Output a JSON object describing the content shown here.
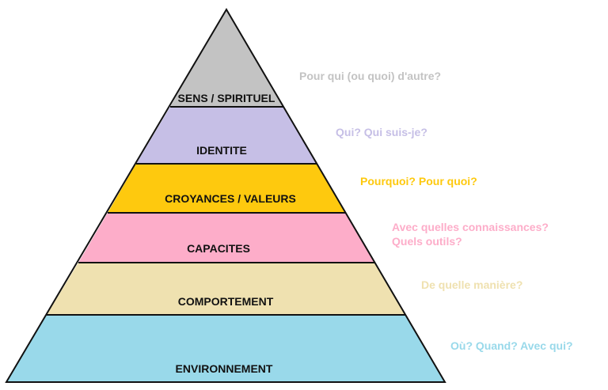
{
  "diagram": {
    "type": "pyramid",
    "title": "",
    "layers": [
      {
        "name": "SENS / SPIRITUEL",
        "fill": "#c3c3c3",
        "question": "Pour qui (ou quoi) d'autre?",
        "question_color": "#c3c3c3"
      },
      {
        "name": "IDENTITE",
        "fill": "#c6bfe6",
        "question": "Qui? Qui suis-je?",
        "question_color": "#c6bfe6"
      },
      {
        "name": "CROYANCES / VALEURS",
        "fill": "#fec90e",
        "question": "Pourquoi? Pour quoi?",
        "question_color": "#fec90e"
      },
      {
        "name": "CAPACITES",
        "fill": "#fdadc9",
        "question": "Avec quelles connaissances? Quels outils?",
        "question_color": "#fdadc9"
      },
      {
        "name": "COMPORTEMENT",
        "fill": "#efe1b0",
        "question": "De quelle manière?",
        "question_color": "#efe1b0"
      },
      {
        "name": "ENVIRONNEMENT",
        "fill": "#99d9ea",
        "question": "Où? Quand? Avec qui?",
        "question_color": "#99d9ea"
      }
    ]
  }
}
